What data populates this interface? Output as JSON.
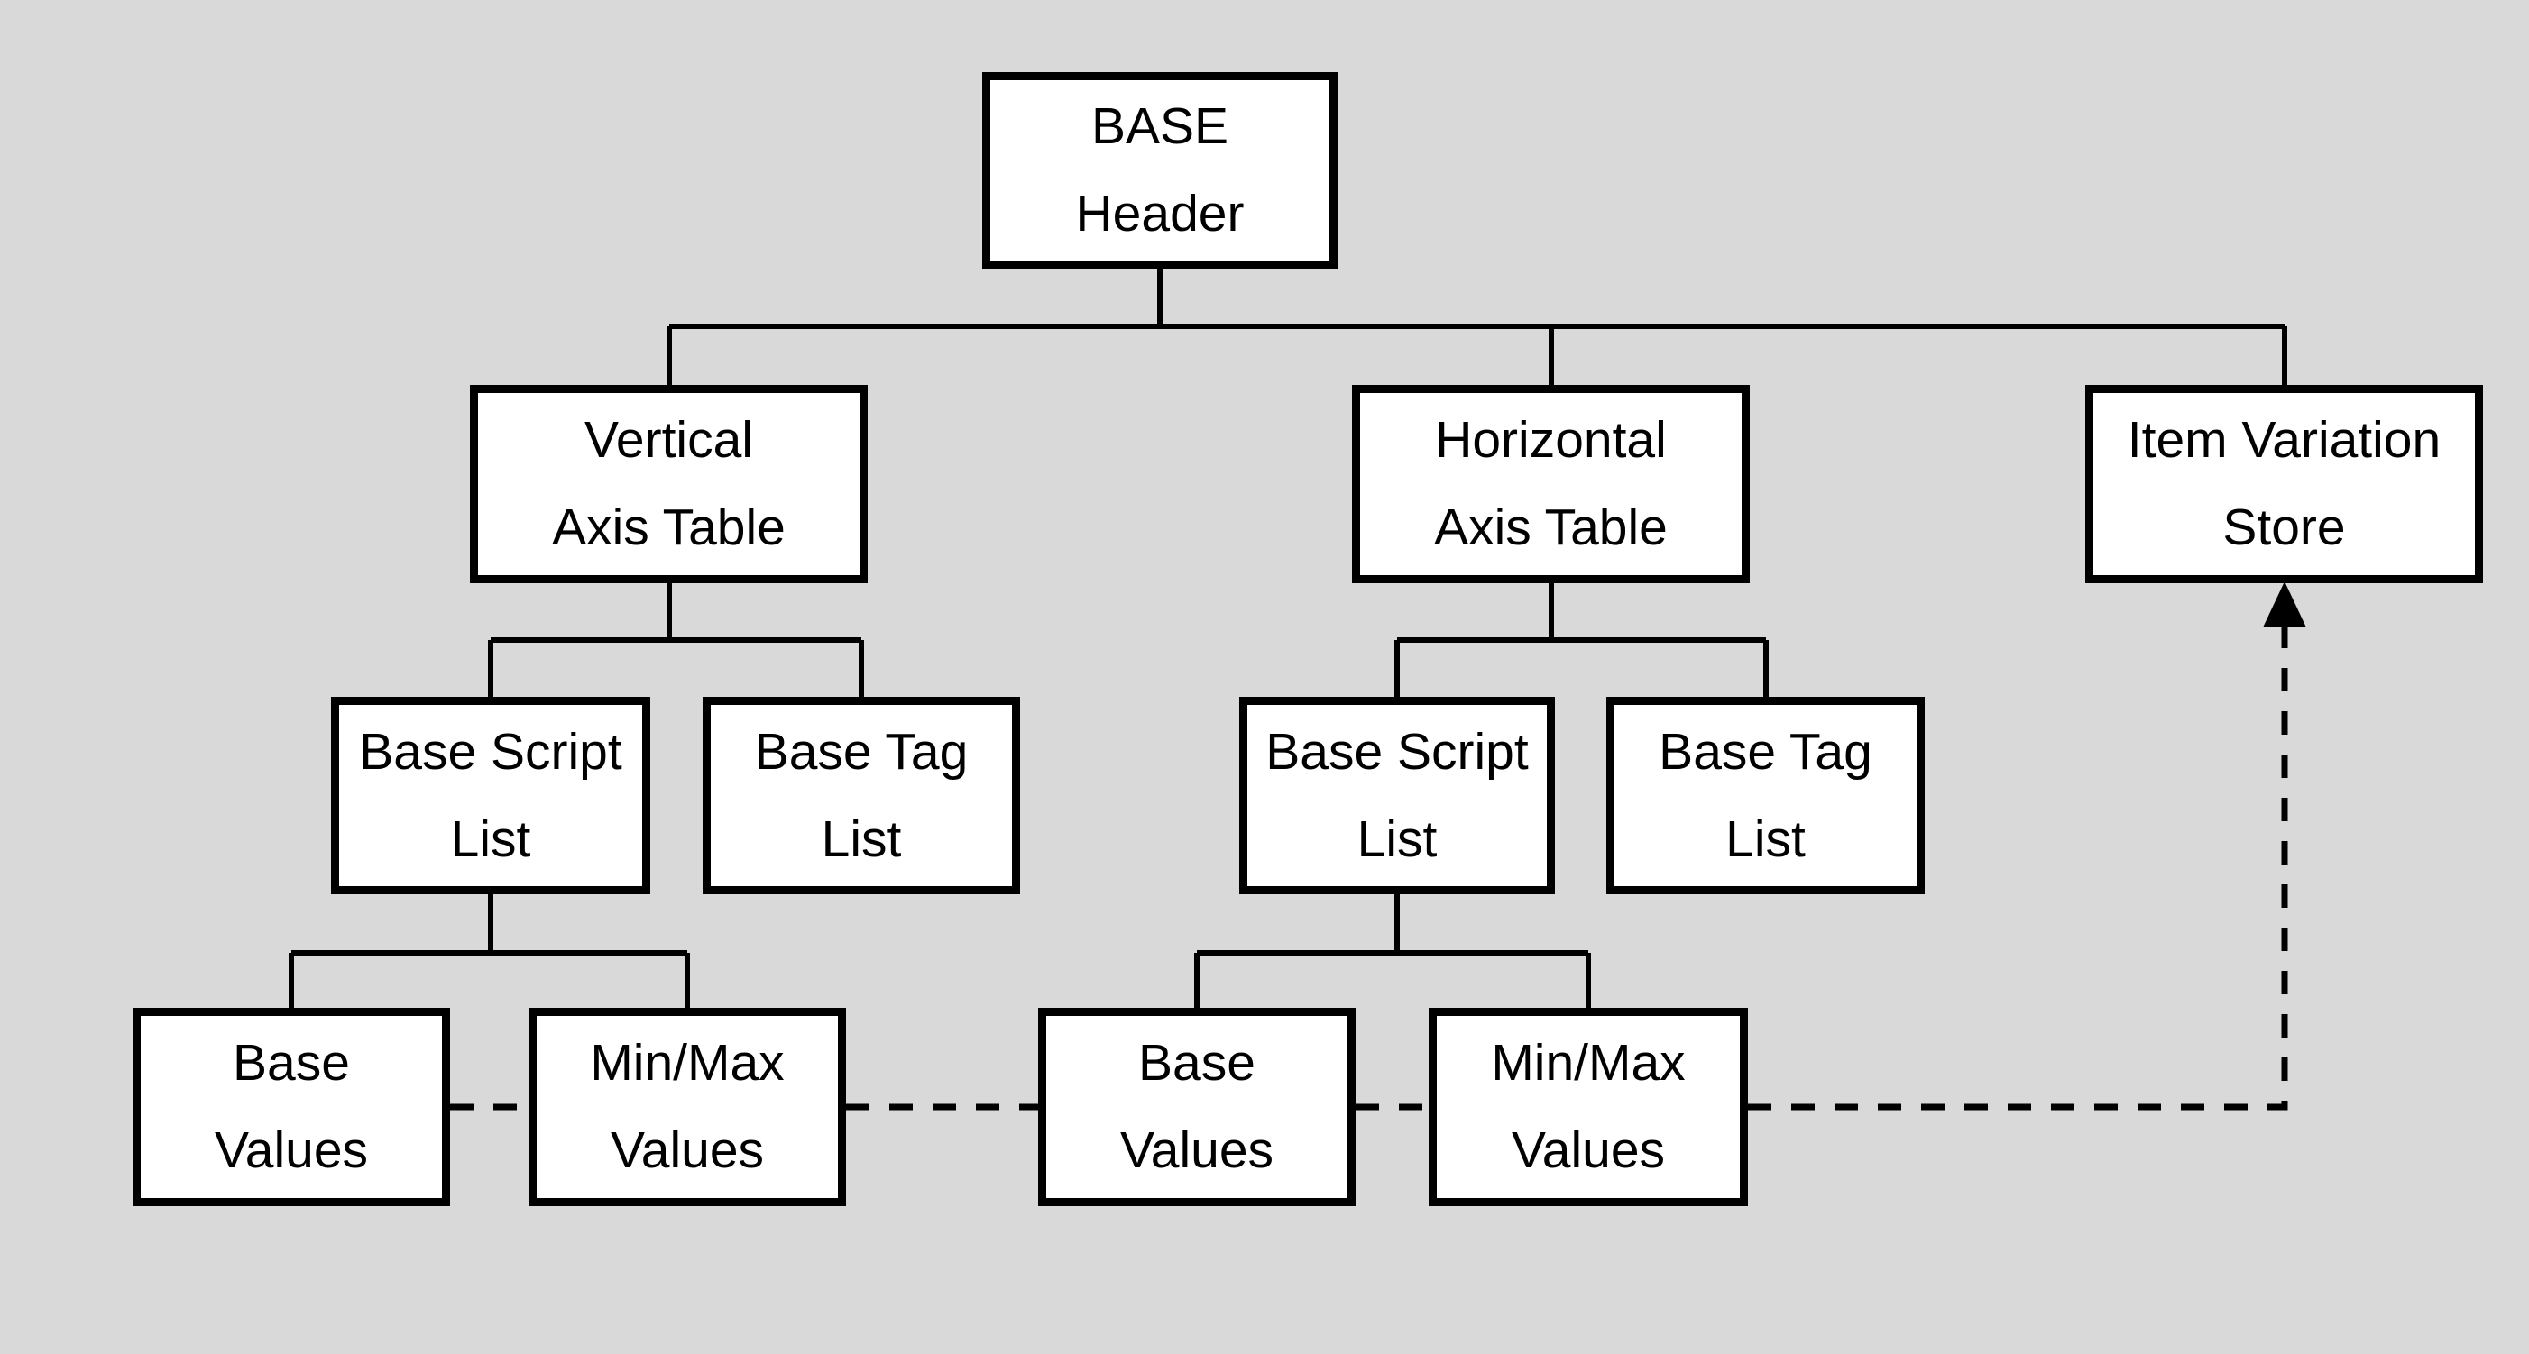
{
  "colors": {
    "background": "#d9d9d9",
    "box_fill": "#ffffff",
    "line": "#000000",
    "text": "#000000"
  },
  "diagram": {
    "nodes": {
      "base_header": {
        "line1": "BASE",
        "line2": "Header"
      },
      "vertical_axis_table": {
        "line1": "Vertical",
        "line2": "Axis Table"
      },
      "horizontal_axis_table": {
        "line1": "Horizontal",
        "line2": "Axis Table"
      },
      "item_variation_store": {
        "line1": "Item Variation",
        "line2": "Store"
      },
      "v_base_script_list": {
        "line1": "Base Script",
        "line2": "List"
      },
      "v_base_tag_list": {
        "line1": "Base Tag",
        "line2": "List"
      },
      "h_base_script_list": {
        "line1": "Base Script",
        "line2": "List"
      },
      "h_base_tag_list": {
        "line1": "Base Tag",
        "line2": "List"
      },
      "v_base_values": {
        "line1": "Base",
        "line2": "Values"
      },
      "v_minmax_values": {
        "line1": "Min/Max",
        "line2": "Values"
      },
      "h_base_values": {
        "line1": "Base",
        "line2": "Values"
      },
      "h_minmax_values": {
        "line1": "Min/Max",
        "line2": "Values"
      }
    },
    "edges": [
      {
        "from": "base_header",
        "to": "vertical_axis_table",
        "style": "solid"
      },
      {
        "from": "base_header",
        "to": "horizontal_axis_table",
        "style": "solid"
      },
      {
        "from": "base_header",
        "to": "item_variation_store",
        "style": "solid"
      },
      {
        "from": "vertical_axis_table",
        "to": "v_base_script_list",
        "style": "solid"
      },
      {
        "from": "vertical_axis_table",
        "to": "v_base_tag_list",
        "style": "solid"
      },
      {
        "from": "horizontal_axis_table",
        "to": "h_base_script_list",
        "style": "solid"
      },
      {
        "from": "horizontal_axis_table",
        "to": "h_base_tag_list",
        "style": "solid"
      },
      {
        "from": "v_base_script_list",
        "to": "v_base_values",
        "style": "solid"
      },
      {
        "from": "v_base_script_list",
        "to": "v_minmax_values",
        "style": "solid"
      },
      {
        "from": "h_base_script_list",
        "to": "h_base_values",
        "style": "solid"
      },
      {
        "from": "h_base_script_list",
        "to": "h_minmax_values",
        "style": "solid"
      },
      {
        "from": "v_base_values",
        "to": "v_minmax_values",
        "style": "dashed"
      },
      {
        "from": "v_minmax_values",
        "to": "h_base_values",
        "style": "dashed"
      },
      {
        "from": "h_base_values",
        "to": "h_minmax_values",
        "style": "dashed"
      },
      {
        "from": "h_minmax_values",
        "to": "item_variation_store",
        "style": "dashed-arrow"
      }
    ]
  }
}
